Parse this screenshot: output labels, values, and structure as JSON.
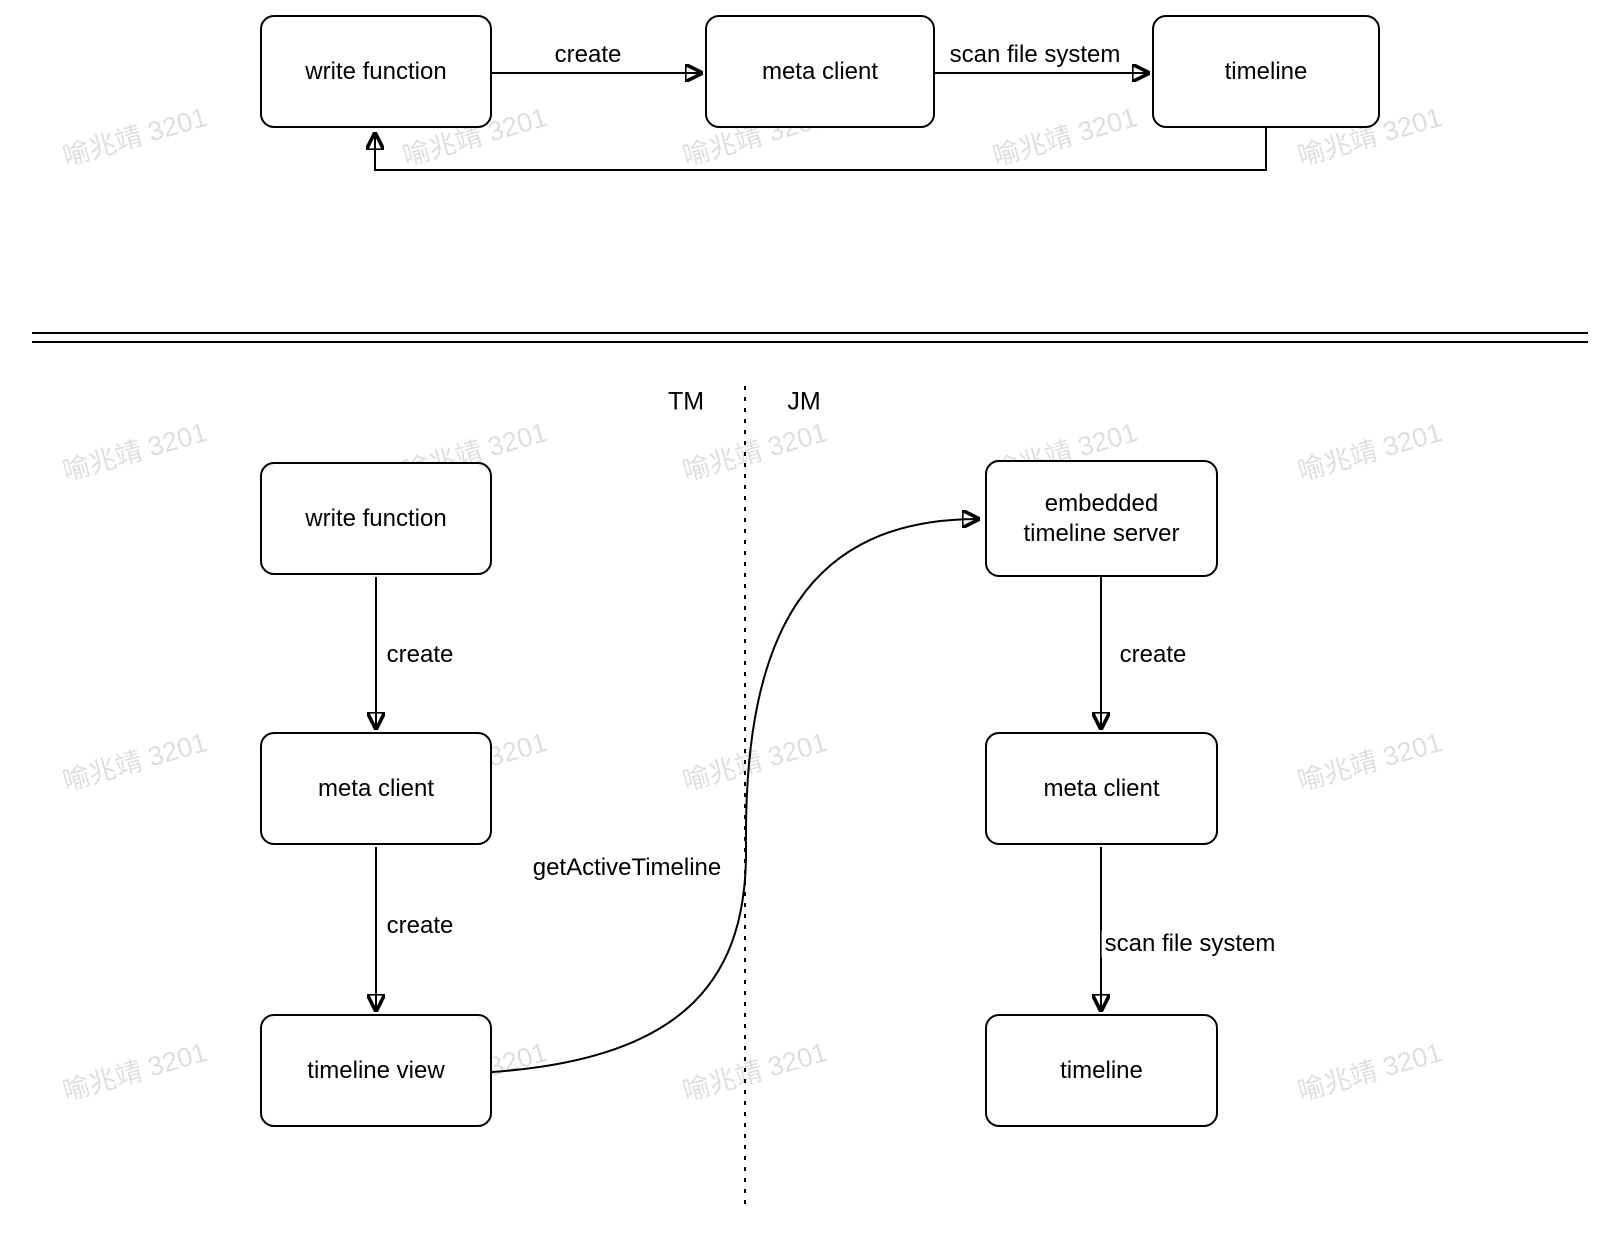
{
  "watermark": {
    "text": "喻兆靖 3201"
  },
  "top": {
    "nodes": {
      "write_function": "write function",
      "meta_client": "meta client",
      "timeline": "timeline"
    },
    "edges": {
      "create": "create",
      "scan": "scan file system"
    }
  },
  "bottom": {
    "regions": {
      "left": "TM",
      "right": "JM"
    },
    "left": {
      "nodes": {
        "write_function": "write function",
        "meta_client": "meta client",
        "timeline_view": "timeline view"
      },
      "edges": {
        "create1": "create",
        "create2": "create"
      }
    },
    "right": {
      "nodes": {
        "embedded_timeline_server": "embedded timeline server",
        "meta_client": "meta client",
        "timeline": "timeline"
      },
      "edges": {
        "create": "create",
        "scan": "scan file system"
      }
    },
    "cross_edge": {
      "label": "getActiveTimeline"
    }
  }
}
